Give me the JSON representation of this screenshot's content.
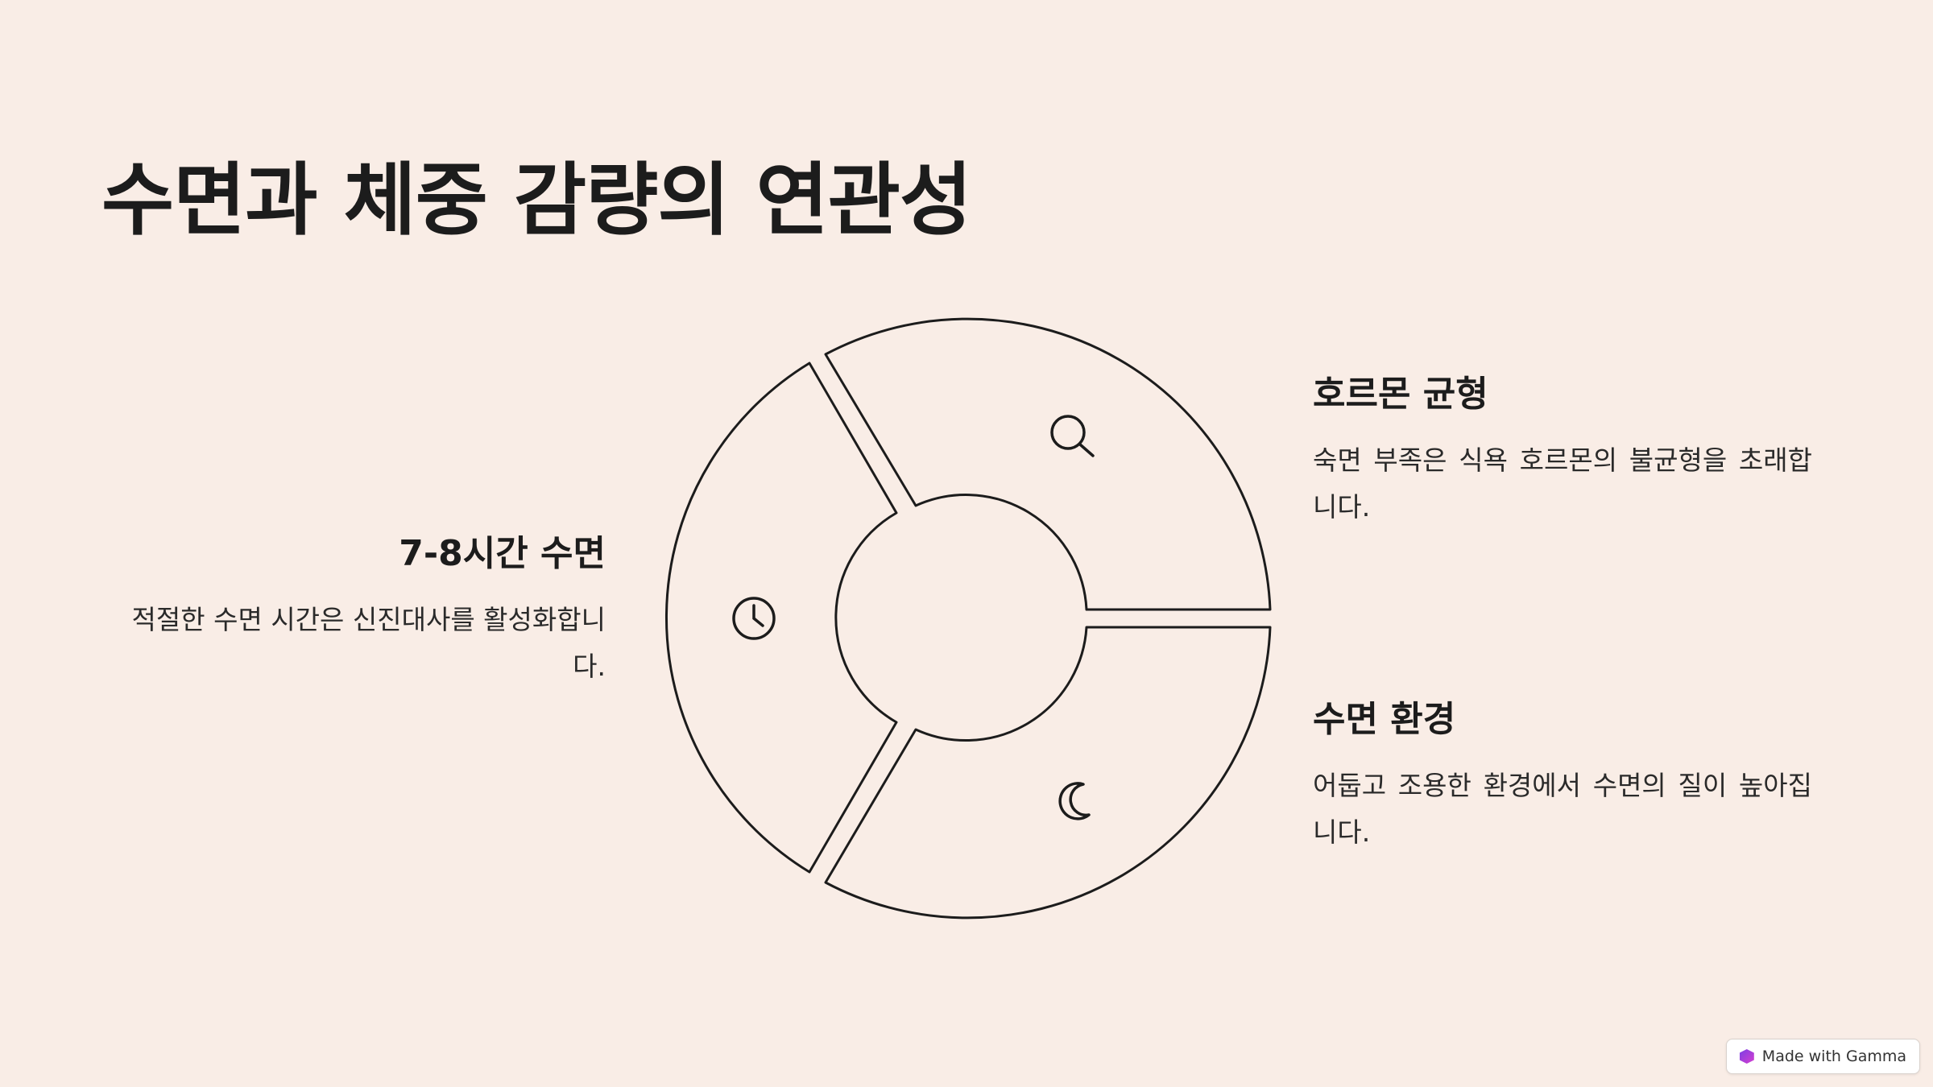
{
  "title": "수면과 체중 감량의 연관성",
  "segments": [
    {
      "heading": "7-8시간 수면",
      "body": "적절한 수면 시간은 신진대사를 활성화합니다.",
      "icon": "clock-icon"
    },
    {
      "heading": "호르몬 균형",
      "body": "숙면 부족은 식욕 호르몬의 불균형을 초래합니다.",
      "icon": "magnifier-icon"
    },
    {
      "heading": "수면 환경",
      "body": "어둡고 조용한 환경에서 수면의 질이 높아집니다.",
      "icon": "moon-icon"
    }
  ],
  "badge": {
    "label": "Made with Gamma"
  },
  "colors": {
    "background": "#f9ede6",
    "stroke": "#1c1c1c",
    "text": "#1c1c1c"
  }
}
